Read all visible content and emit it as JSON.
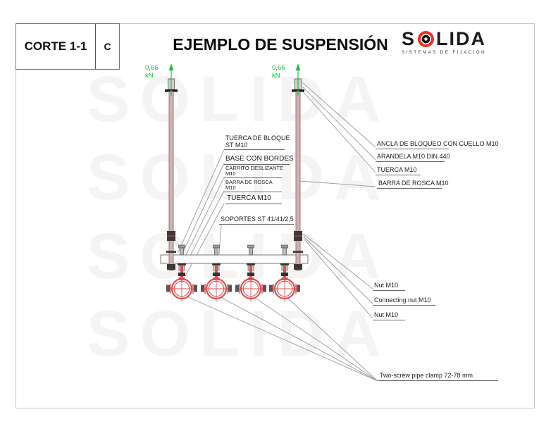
{
  "header": {
    "section_label": "CORTE 1-1",
    "section_letter": "C",
    "title": "EJEMPLO DE SUSPENSIÓN"
  },
  "logo": {
    "word_start": "S",
    "word_end": "LIDA",
    "subtitle": "SISTEMAS DE FIJACIÓN"
  },
  "watermark": "SOLIDA",
  "forces": {
    "left_value": "0,66",
    "left_unit": "kN",
    "right_value": "0,66",
    "right_unit": "kN"
  },
  "callouts": {
    "left": [
      {
        "line1": "TUERCA DE BLOQUE",
        "line2": "ST M10"
      },
      {
        "line1": "BASE CON BORDES",
        "line2": ""
      },
      {
        "line1": "CARRITO DESLIZANTE",
        "line2": "M10"
      },
      {
        "line1": "BARRA DE ROSCA",
        "line2": "M10"
      },
      {
        "line1": "TUERCA M10",
        "line2": ""
      }
    ],
    "support": "SOPORTES ST 41/41/2,5",
    "right_top": [
      "ANCLA DE BLOQUEO CON CUELLO M10",
      "ARANDELA M10 DIN 440",
      "TUERCA M10",
      "BARRA DE ROSCA M10"
    ],
    "right_bottom": [
      "Nut M10",
      "Connecting nut M10",
      "Nut M10"
    ],
    "bottom": "Two-screw pipe clamp 72-78 mm"
  },
  "colors": {
    "logo-red": "#e8332a",
    "clamp-red": "#e14f4f",
    "rod-fill": "#cfb3b3",
    "rod-edge": "#9b7474",
    "line-gray": "#9a9a9a",
    "force-green": "#12c12f",
    "frame-gray": "#c9c9c9",
    "watermark-gray": "#f6f3f3"
  }
}
